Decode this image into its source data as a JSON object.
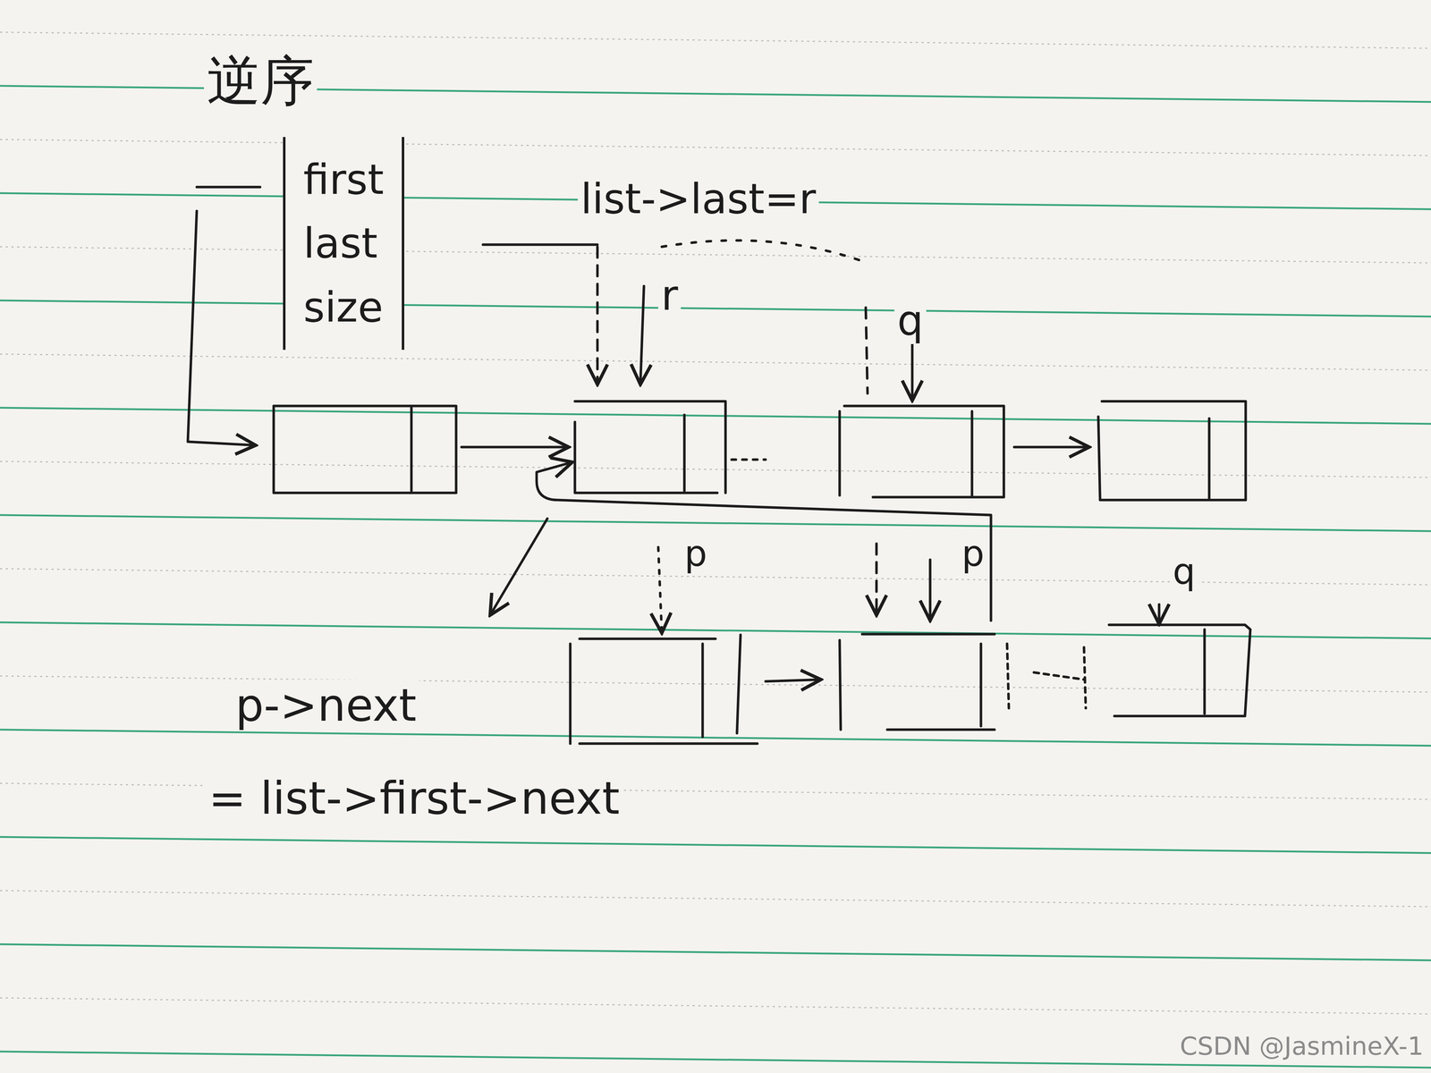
{
  "diagram": {
    "title": "逆序",
    "nodes": [
      {
        "text": [
          "first",
          "last",
          "size"
        ]
      }
    ],
    "labels": [
      "list->last=r",
      "r",
      "q",
      "p",
      "p",
      "q",
      "p->next",
      "= list->first->next",
      "CSDN @JasmineX-1"
    ]
  }
}
